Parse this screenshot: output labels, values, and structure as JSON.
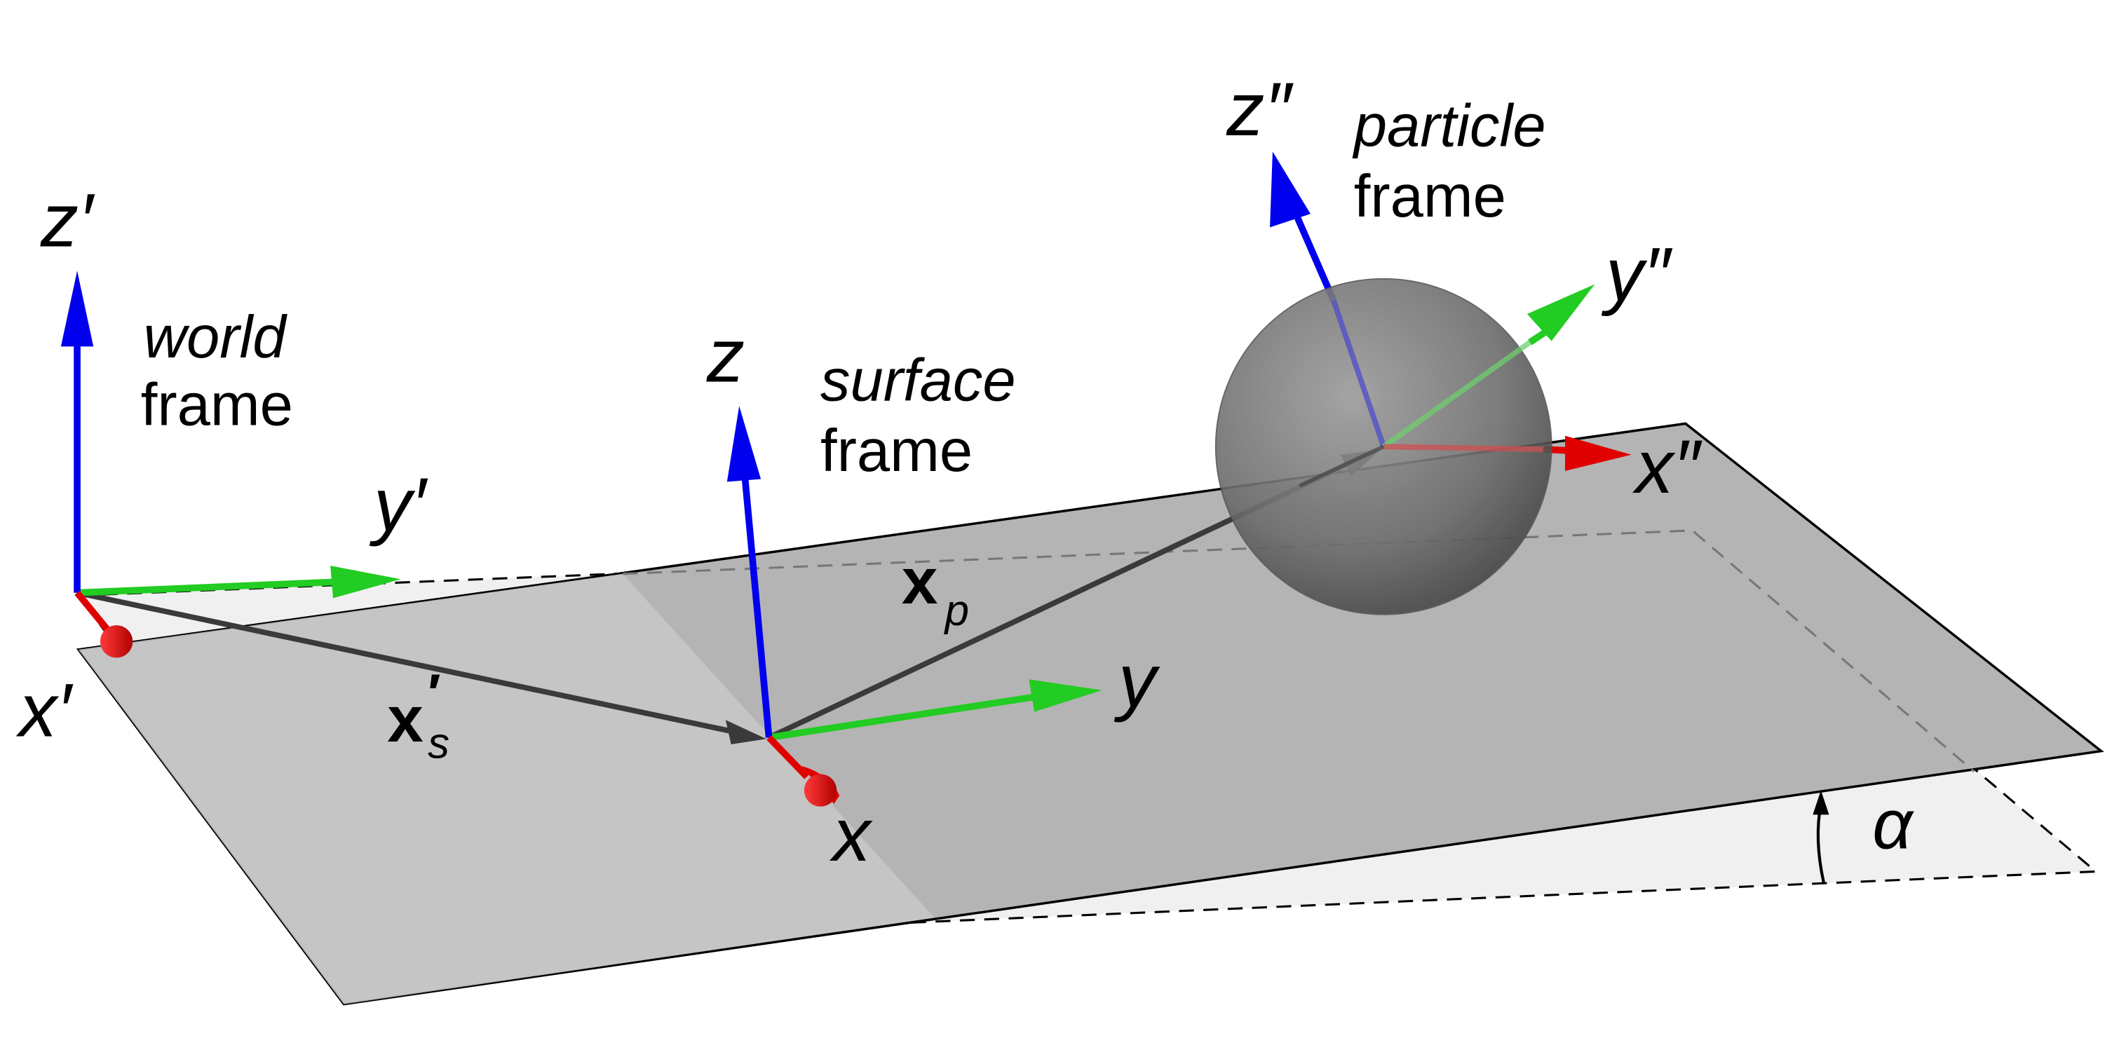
{
  "colors": {
    "x_axis": "#e00000",
    "y_axis": "#22cc22",
    "z_axis": "#0000ee",
    "plane_flat": "#f0f0f0",
    "plane_tilted": "#b4b4b4",
    "plane_tilted_light": "#c6c6c6",
    "sphere": "#808080",
    "vector": "#3a3a3a"
  },
  "labels": {
    "world": {
      "z": "z′",
      "y": "y′",
      "x": "x′",
      "name": "world",
      "word": "frame"
    },
    "surface": {
      "z": "z",
      "y": "y",
      "x": "x",
      "name": "surface",
      "word": "frame"
    },
    "particle": {
      "z": "z″",
      "y": "y″",
      "x": "x″",
      "name": "particle",
      "word": "frame"
    },
    "vectors": {
      "xs_main": "x",
      "xs_prime": "′",
      "xs_sub": "s",
      "xp_main": "x",
      "xp_sub": "p"
    },
    "angle": "α"
  },
  "icons": {
    "sphere": "particle-sphere",
    "angle_marker": "arc-arrow-icon"
  }
}
